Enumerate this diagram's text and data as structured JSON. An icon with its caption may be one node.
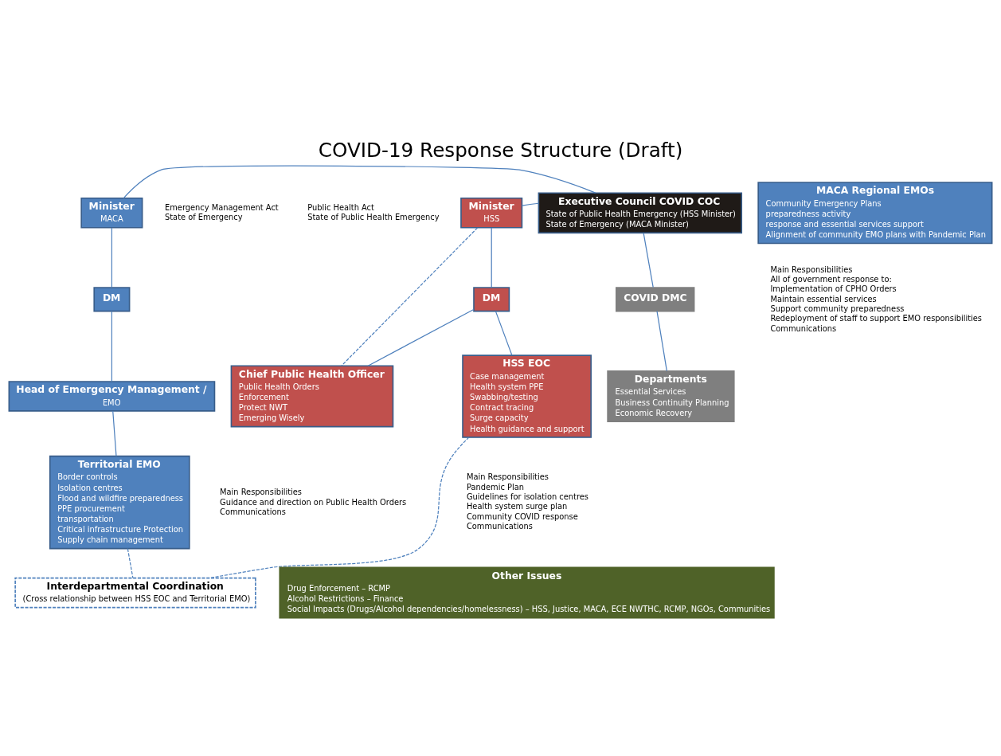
{
  "diagram": {
    "title": "COVID-19 Response Structure (Draft)",
    "nodes": [
      {
        "text": [
          "Minister",
          "HSS"
        ],
        "beside": [
          "Public Health Act",
          "State of Public Health Emergency"
        ]
      },
      {
        "text": [
          "DM"
        ]
      },
      {
        "text": [
          "Chief Public Health Officer",
          "Public Health Orders",
          "Enforcement",
          "Protect NWT",
          "Emerging Wisely"
        ],
        "beside": [
          "Main Responsibilities",
          "Guidance and direction on Public Health Orders",
          "Communications"
        ]
      },
      {
        "text": [
          "HSS EOC",
          "Case management",
          "Health system PPE",
          "Swabbing/testing",
          "Contract tracing",
          "Surge capacity",
          "Health guidance and support"
        ],
        "beside": [
          "Main Responsibilities",
          "Pandemic Plan",
          "Guidelines for isolation centres",
          "Health system surge plan",
          "Community COVID response",
          "Communications"
        ]
      },
      {
        "text": [
          "Executive Council COVID COC",
          "State of Public Health Emergency (HSS Minister)",
          "State of Emergency (MACA Minister)"
        ]
      },
      {
        "text": [
          "COVID DMC"
        ]
      },
      {
        "text": [
          "Departments",
          "Essential Services",
          "Business Continuity Planning",
          "Economic Recovery"
        ]
      },
      {
        "text": [
          "Interdepartmental Coordination",
          "(Cross relationship between HSS EOC and Territorial EMO)"
        ]
      },
      {
        "text": [
          "Minister",
          "MACA"
        ],
        "beside": [
          "Emergency Management Act",
          "State of Emergency"
        ]
      },
      {
        "text": [
          "DM"
        ]
      },
      {
        "text": [
          "Head of Emergency Management /",
          "EMO"
        ]
      },
      {
        "text": [
          "Territorial EMO",
          "Border controls",
          "Isolation centres",
          "Flood and wildfire preparedness",
          "PPE procurement",
          "transportation",
          "Critical infrastructure Protection",
          "Supply chain management"
        ]
      },
      {
        "text": [
          "MACA Regional EMOs",
          "Community Emergency Plans",
          "preparedness activity",
          "response and essential services support",
          "Alignment of community EMO plans with Pandemic Plan"
        ],
        "beside": [
          "Main Responsibilities",
          "All of government response to:",
          "Implementation of CPHO Orders",
          "Maintain essential services",
          "Support community preparedness",
          "Redeployment of staff to support EMO responsibilities",
          "Communications"
        ]
      },
      {
        "text": [
          "Other Issues",
          "Drug Enforcement – RCMP",
          "Alcohol Restrictions – Finance",
          "Social Impacts (Drugs/Alcohol dependencies/homelessness) – HSS, Justice, MACA, ECE NWTHC, RCMP, NGOs, Communities"
        ]
      }
    ],
    "edges": [
      {
        "from": 0,
        "to": 4,
        "arrow": "none"
      },
      {
        "from": 0,
        "to": 1,
        "arrow": "none"
      },
      {
        "from": 1,
        "to": 2,
        "arrow": "none"
      },
      {
        "from": 1,
        "to": 3,
        "arrow": "none"
      },
      {
        "from": 0,
        "to": 2,
        "arrow": "none",
        "style": "dashed"
      },
      {
        "from": 4,
        "to": 5,
        "arrow": "none"
      },
      {
        "from": 5,
        "to": 6,
        "arrow": "none"
      },
      {
        "from": 8,
        "to": 4,
        "arrow": "none"
      },
      {
        "from": 8,
        "to": 9,
        "arrow": "none"
      },
      {
        "from": 9,
        "to": 10,
        "arrow": "none"
      },
      {
        "from": 10,
        "to": 11,
        "arrow": "none"
      },
      {
        "from": 3,
        "to": 7,
        "arrow": "none",
        "style": "dashed"
      },
      {
        "from": 11,
        "to": 7,
        "arrow": "none",
        "style": "dashed"
      }
    ]
  }
}
